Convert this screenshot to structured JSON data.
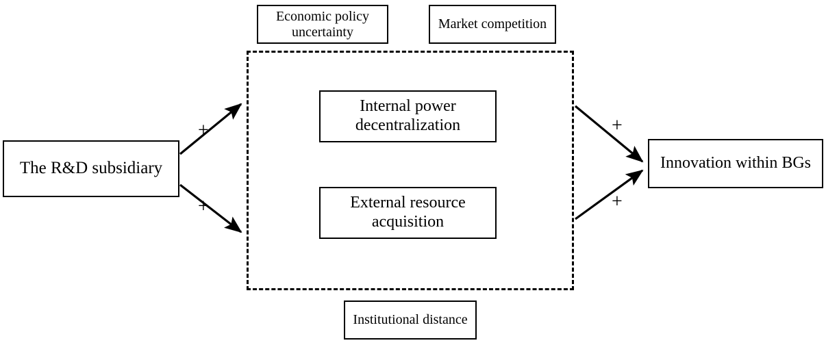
{
  "diagram": {
    "title_hidden": "",
    "nodes": {
      "source": {
        "label": "The R&D subsidiary"
      },
      "moderator_top_left": {
        "label": "Economic policy uncertainty"
      },
      "moderator_top_right": {
        "label": "Market competition"
      },
      "mediator_upper": {
        "label": "Internal power decentralization"
      },
      "mediator_lower": {
        "label": "External resource acquisition"
      },
      "outcome": {
        "label": "Innovation within BGs"
      },
      "moderator_bottom": {
        "label": "Institutional distance"
      }
    },
    "edge_labels": {
      "source_to_upper": "+",
      "source_to_lower": "+",
      "upper_to_outcome": "+",
      "lower_to_outcome": "+"
    },
    "style": {
      "line_color": "#000000",
      "box_fill": "#ffffff",
      "background": "#ffffff"
    }
  }
}
